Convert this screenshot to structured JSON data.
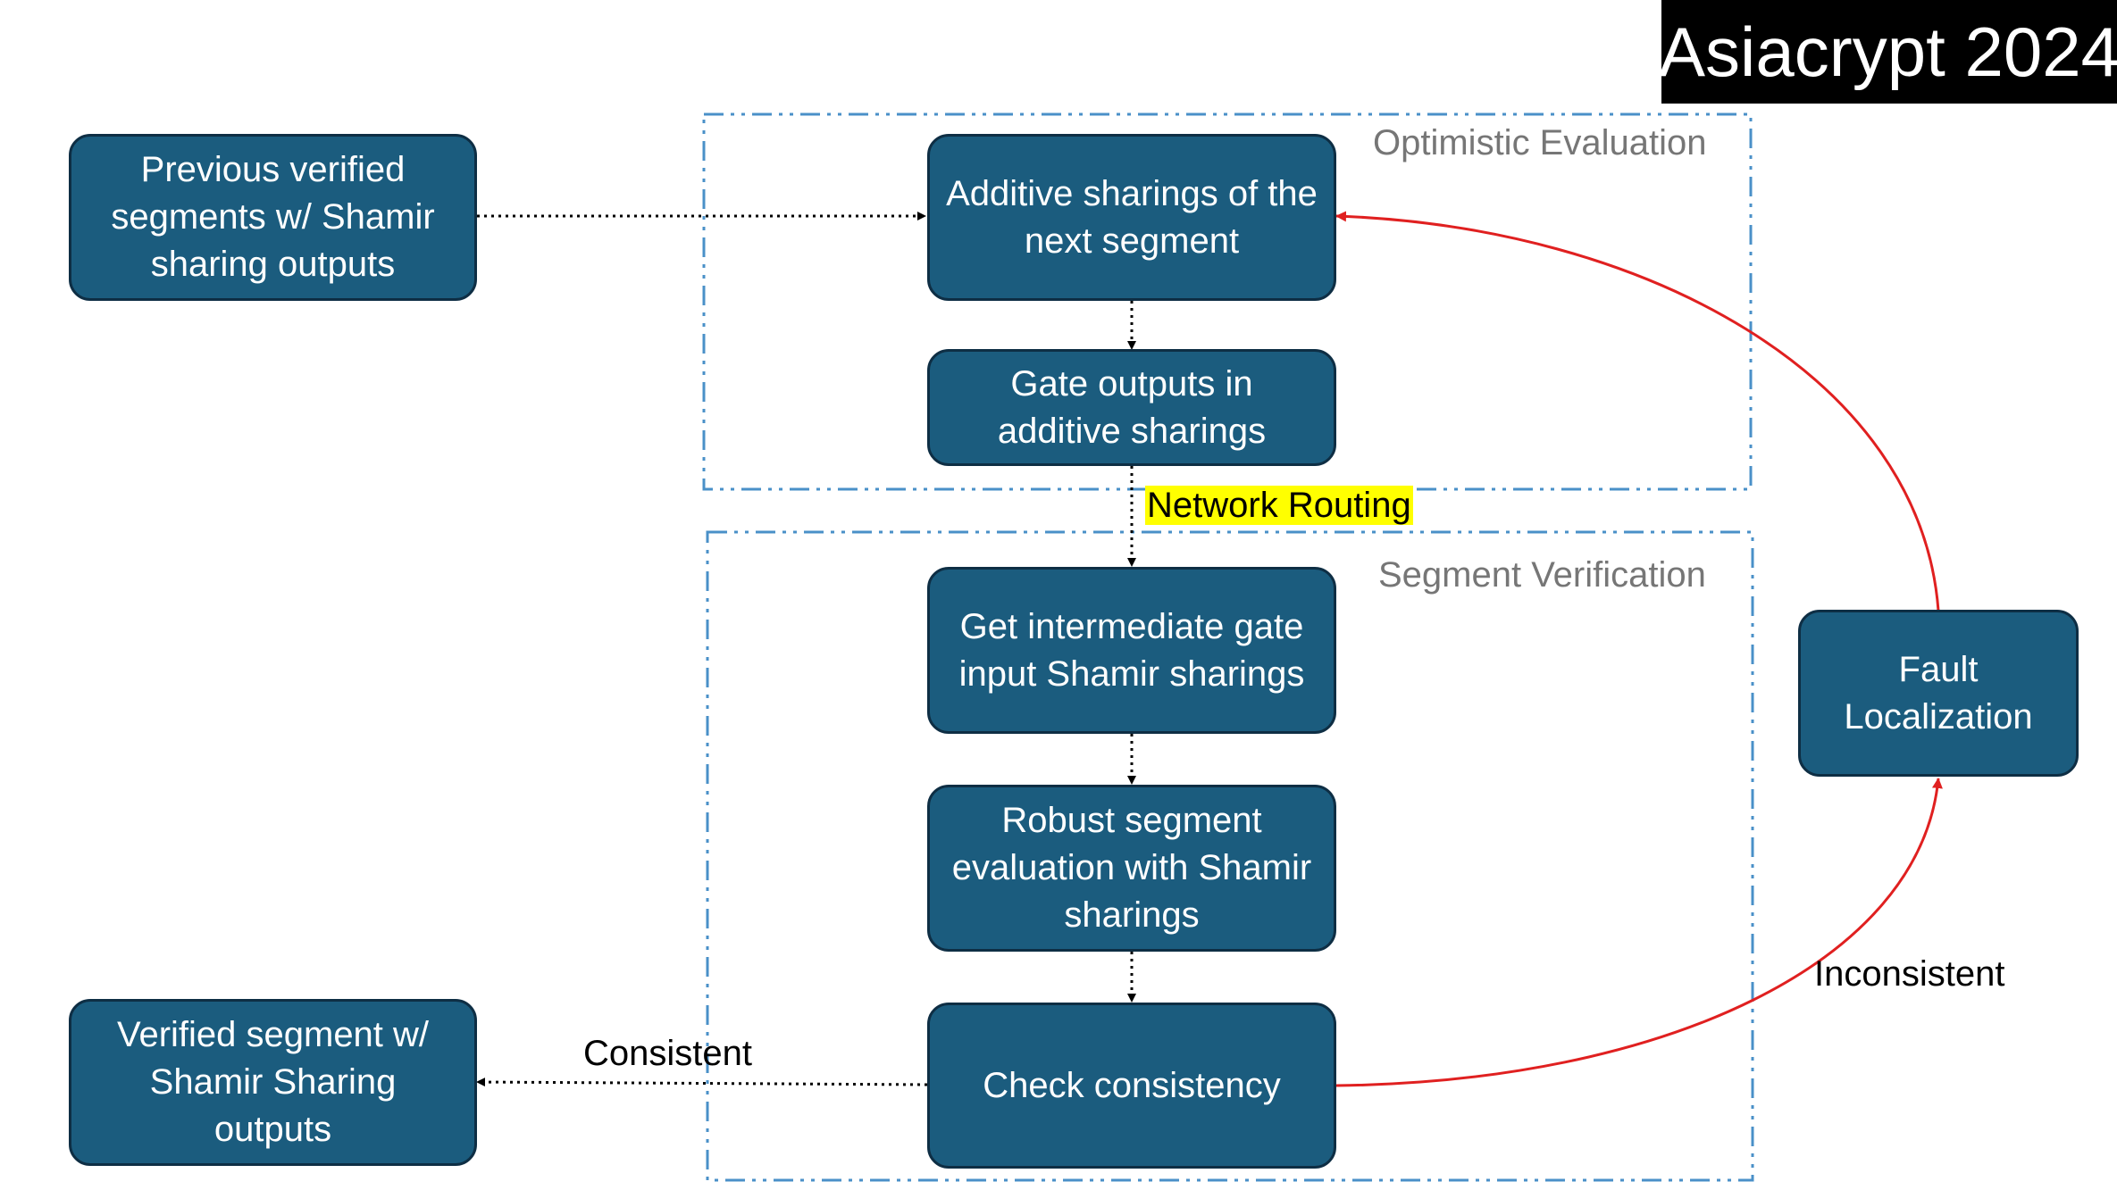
{
  "badge": {
    "text": "Asiacrypt 2024"
  },
  "groups": {
    "optimistic": {
      "title": "Optimistic Evaluation"
    },
    "verification": {
      "title": "Segment Verification"
    }
  },
  "nodes": {
    "previous_verified": "Previous verified segments w/ Shamir sharing outputs",
    "additive_sharings": "Additive sharings of the next segment",
    "gate_outputs": "Gate outputs in additive sharings",
    "get_intermediate": "Get intermediate gate input Shamir sharings",
    "robust_evaluation": "Robust segment evaluation with Shamir sharings",
    "check_consistency": "Check consistency",
    "verified_segment": "Verified segment w/ Shamir Sharing outputs",
    "fault_localization": "Fault Localization"
  },
  "edge_labels": {
    "network_routing": "Network Routing",
    "consistent": "Consistent",
    "inconsistent": "Inconsistent"
  },
  "colors": {
    "node_fill": "#1b5c7e",
    "node_border": "#0e2e44",
    "group_border": "#4a90c8",
    "feedback_arrow": "#e02020",
    "highlight": "#ffff00"
  }
}
